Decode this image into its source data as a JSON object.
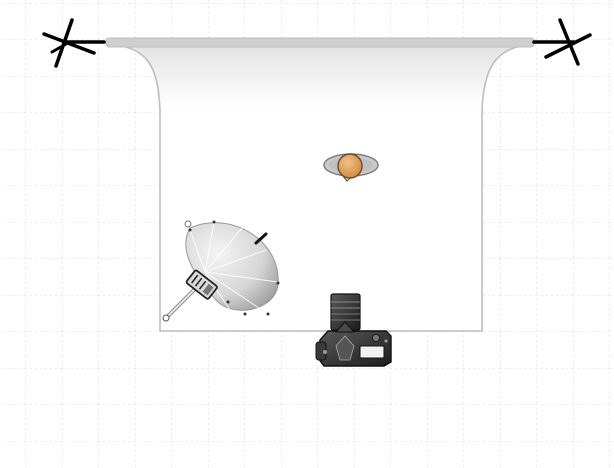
{
  "diagram": {
    "kind": "studio-lighting-setup",
    "elements": [
      "grid",
      "backdrop-stand-left",
      "backdrop-stand-right",
      "backdrop-roll",
      "seamless-backdrop",
      "subject",
      "umbrella-light",
      "camera"
    ]
  },
  "colors": {
    "background": "#ffffff",
    "grid_line": "#c8c8c8",
    "backdrop_fill": "#ffffff",
    "backdrop_edge": "#bdbdbd",
    "roll": "#cfcfcf",
    "stand": "#000000",
    "subject_head": "#e5a35c",
    "subject_shoulders": "#c7c7c7",
    "umbrella": "#d9d9d9",
    "camera_body": "#2e2e2e"
  }
}
